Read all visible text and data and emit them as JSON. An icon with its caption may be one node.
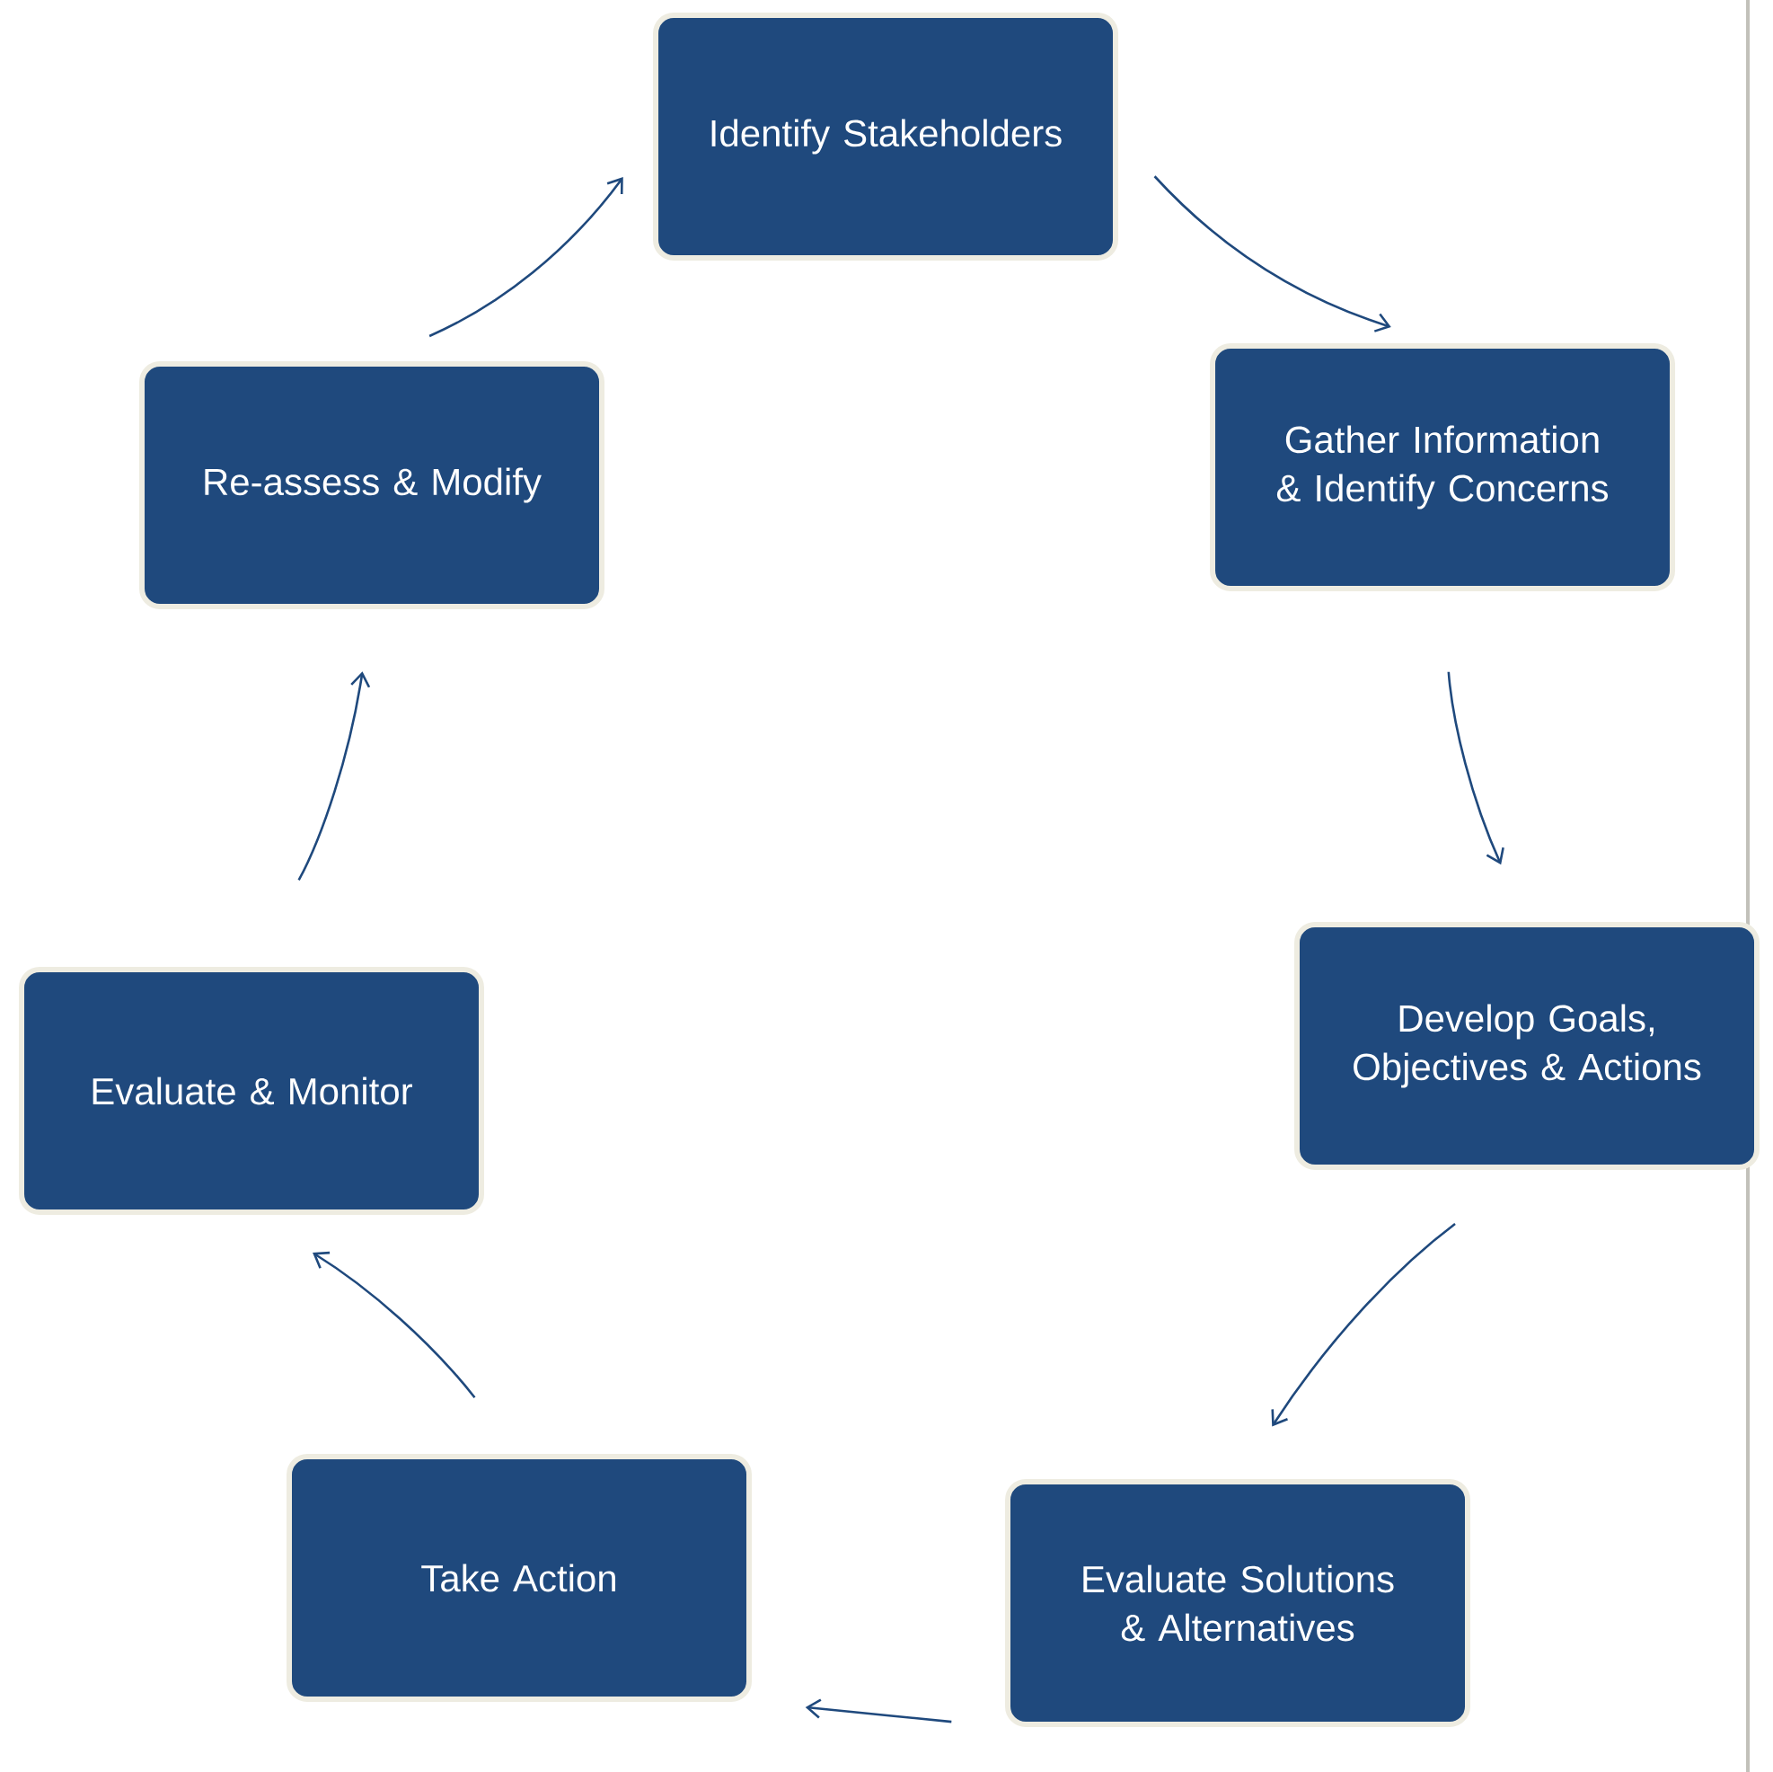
{
  "diagram": {
    "nodes": [
      {
        "text": [
          "Identify Stakeholders"
        ]
      },
      {
        "text": [
          "Gather Information & Identify Concerns"
        ]
      },
      {
        "text": [
          "Develop Goals, Objectives & Actions"
        ]
      },
      {
        "text": [
          "Evaluate Solutions & Alternatives"
        ]
      },
      {
        "text": [
          "Take Action"
        ]
      },
      {
        "text": [
          "Evaluate & Monitor"
        ]
      },
      {
        "text": [
          "Re-assess & Modify"
        ]
      }
    ],
    "edges": [
      {
        "from": 0,
        "to": 1,
        "arrow": "to"
      },
      {
        "from": 1,
        "to": 2,
        "arrow": "to"
      },
      {
        "from": 2,
        "to": 3,
        "arrow": "to"
      },
      {
        "from": 3,
        "to": 4,
        "arrow": "to"
      },
      {
        "from": 4,
        "to": 5,
        "arrow": "to"
      },
      {
        "from": 5,
        "to": 6,
        "arrow": "to"
      },
      {
        "from": 6,
        "to": 0,
        "arrow": "to"
      }
    ]
  }
}
